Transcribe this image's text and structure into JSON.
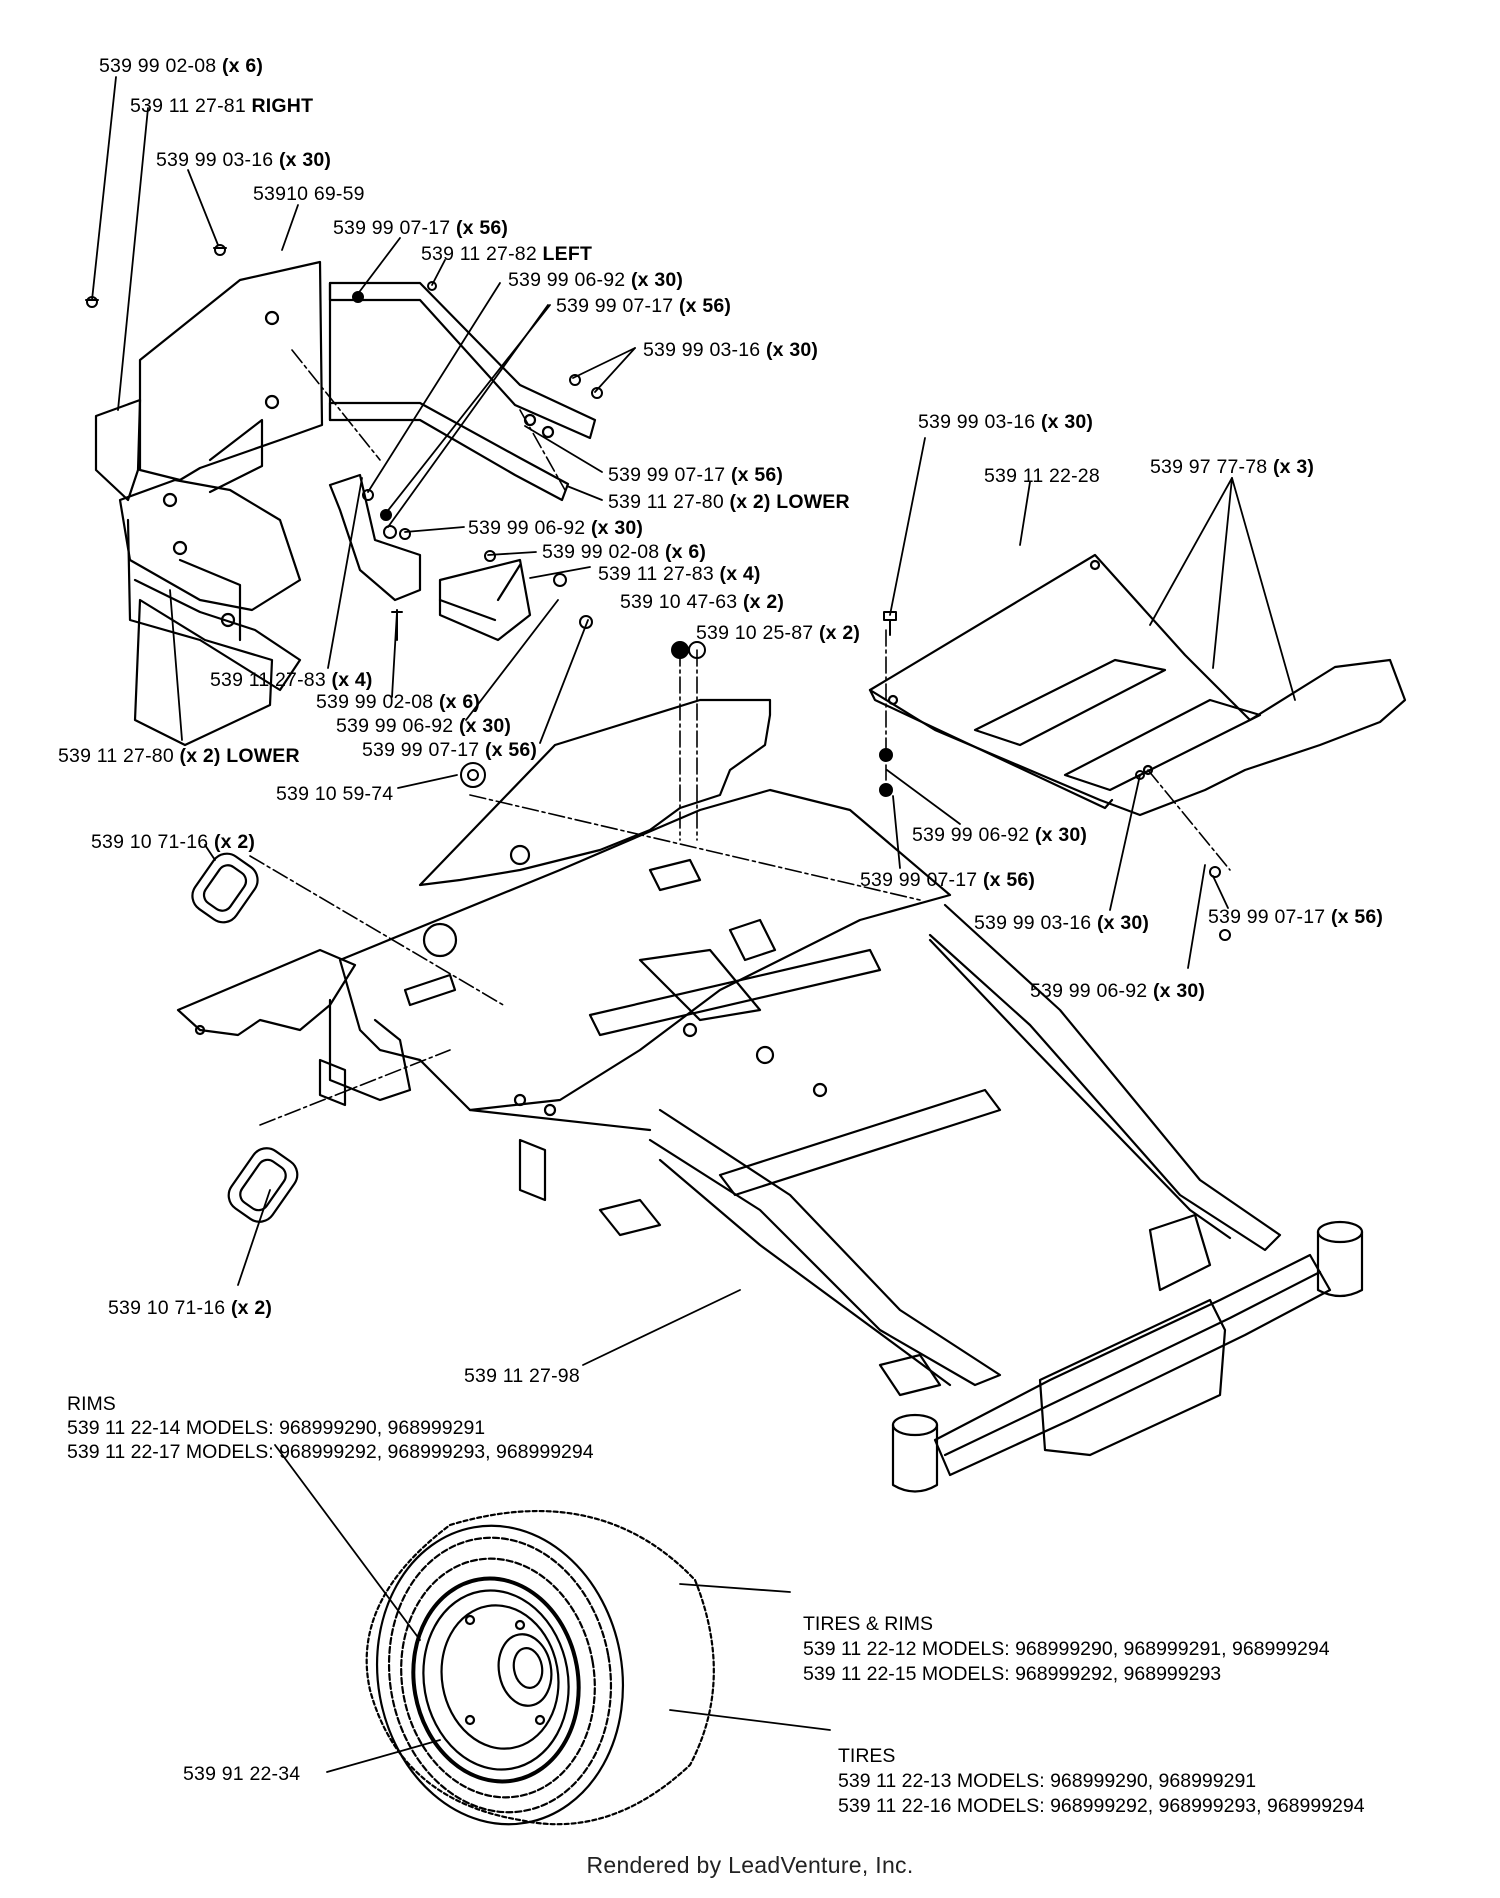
{
  "callouts": [
    {
      "id": "c1",
      "part": "539 99 02-08",
      "qty": "(x 6)"
    },
    {
      "id": "c2",
      "part": "539 11 27-81",
      "qty": "RIGHT"
    },
    {
      "id": "c3",
      "part": "539 99 03-16",
      "qty": "(x 30)"
    },
    {
      "id": "c4",
      "part": "53910 69-59",
      "qty": ""
    },
    {
      "id": "c5",
      "part": "539 99 07-17",
      "qty": "(x 56)"
    },
    {
      "id": "c6",
      "part": "539 11 27-82",
      "qty": "LEFT"
    },
    {
      "id": "c7",
      "part": "539 99 06-92",
      "qty": "(x 30)"
    },
    {
      "id": "c8",
      "part": "539 99 07-17",
      "qty": "(x 56)"
    },
    {
      "id": "c9",
      "part": "539 99 03-16",
      "qty": "(x 30)"
    },
    {
      "id": "c10",
      "part": "539 99 07-17",
      "qty": "(x 56)"
    },
    {
      "id": "c11",
      "part": "539 11 27-80",
      "qty": "(x 2) LOWER"
    },
    {
      "id": "c12",
      "part": "539 99 06-92",
      "qty": "(x 30)"
    },
    {
      "id": "c13",
      "part": "539 99 02-08",
      "qty": "(x 6)"
    },
    {
      "id": "c14",
      "part": "539 11 27-83",
      "qty": "(x 4)"
    },
    {
      "id": "c15",
      "part": "539 10 47-63",
      "qty": "(x 2)"
    },
    {
      "id": "c16",
      "part": "539 10 25-87",
      "qty": "(x 2)"
    },
    {
      "id": "c17",
      "part": "539 11 27-83",
      "qty": "(x 4)"
    },
    {
      "id": "c18",
      "part": "539 99 02-08",
      "qty": "(x 6)"
    },
    {
      "id": "c19",
      "part": "539 99 06-92",
      "qty": "(x 30)"
    },
    {
      "id": "c20",
      "part": "539 99 07-17",
      "qty": "(x 56)"
    },
    {
      "id": "c21",
      "part": "539 11 27-80",
      "qty": "(x 2) LOWER"
    },
    {
      "id": "c22",
      "part": "539 10 59-74",
      "qty": ""
    },
    {
      "id": "c23",
      "part": "539 10 71-16",
      "qty": "(x 2)"
    },
    {
      "id": "c24",
      "part": "539 10 71-16",
      "qty": "(x 2)"
    },
    {
      "id": "c25",
      "part": "539 11 27-98",
      "qty": ""
    },
    {
      "id": "c26",
      "part": "539 99 03-16",
      "qty": "(x 30)"
    },
    {
      "id": "c27",
      "part": "539 11 22-28",
      "qty": ""
    },
    {
      "id": "c28",
      "part": "539 97 77-78",
      "qty": "(x 3)"
    },
    {
      "id": "c29",
      "part": "539 99 06-92",
      "qty": "(x 30)"
    },
    {
      "id": "c30",
      "part": "539 99 07-17",
      "qty": "(x 56)"
    },
    {
      "id": "c31",
      "part": "539 99 03-16",
      "qty": "(x 30)"
    },
    {
      "id": "c32",
      "part": "539 99 07-17",
      "qty": "(x 56)"
    },
    {
      "id": "c33",
      "part": "539 99 06-92",
      "qty": "(x 30)"
    },
    {
      "id": "c34",
      "part": "539 91 22-34",
      "qty": ""
    }
  ],
  "rims": {
    "heading": "RIMS",
    "lines": [
      "539 11 22-14  MODELS: 968999290, 968999291",
      "539 11 22-17  MODELS: 968999292, 968999293, 968999294"
    ]
  },
  "tires_rims": {
    "heading": "TIRES & RIMS",
    "lines": [
      "539 11 22-12  MODELS: 968999290, 968999291, 968999294",
      "539 11 22-15  MODELS: 968999292, 968999293"
    ]
  },
  "tires": {
    "heading": "TIRES",
    "lines": [
      "539 11 22-13  MODELS: 968999290, 968999291",
      "539 11 22-16  MODELS: 968999292, 968999293, 968999294"
    ]
  },
  "footer": "Rendered by LeadVenture, Inc."
}
